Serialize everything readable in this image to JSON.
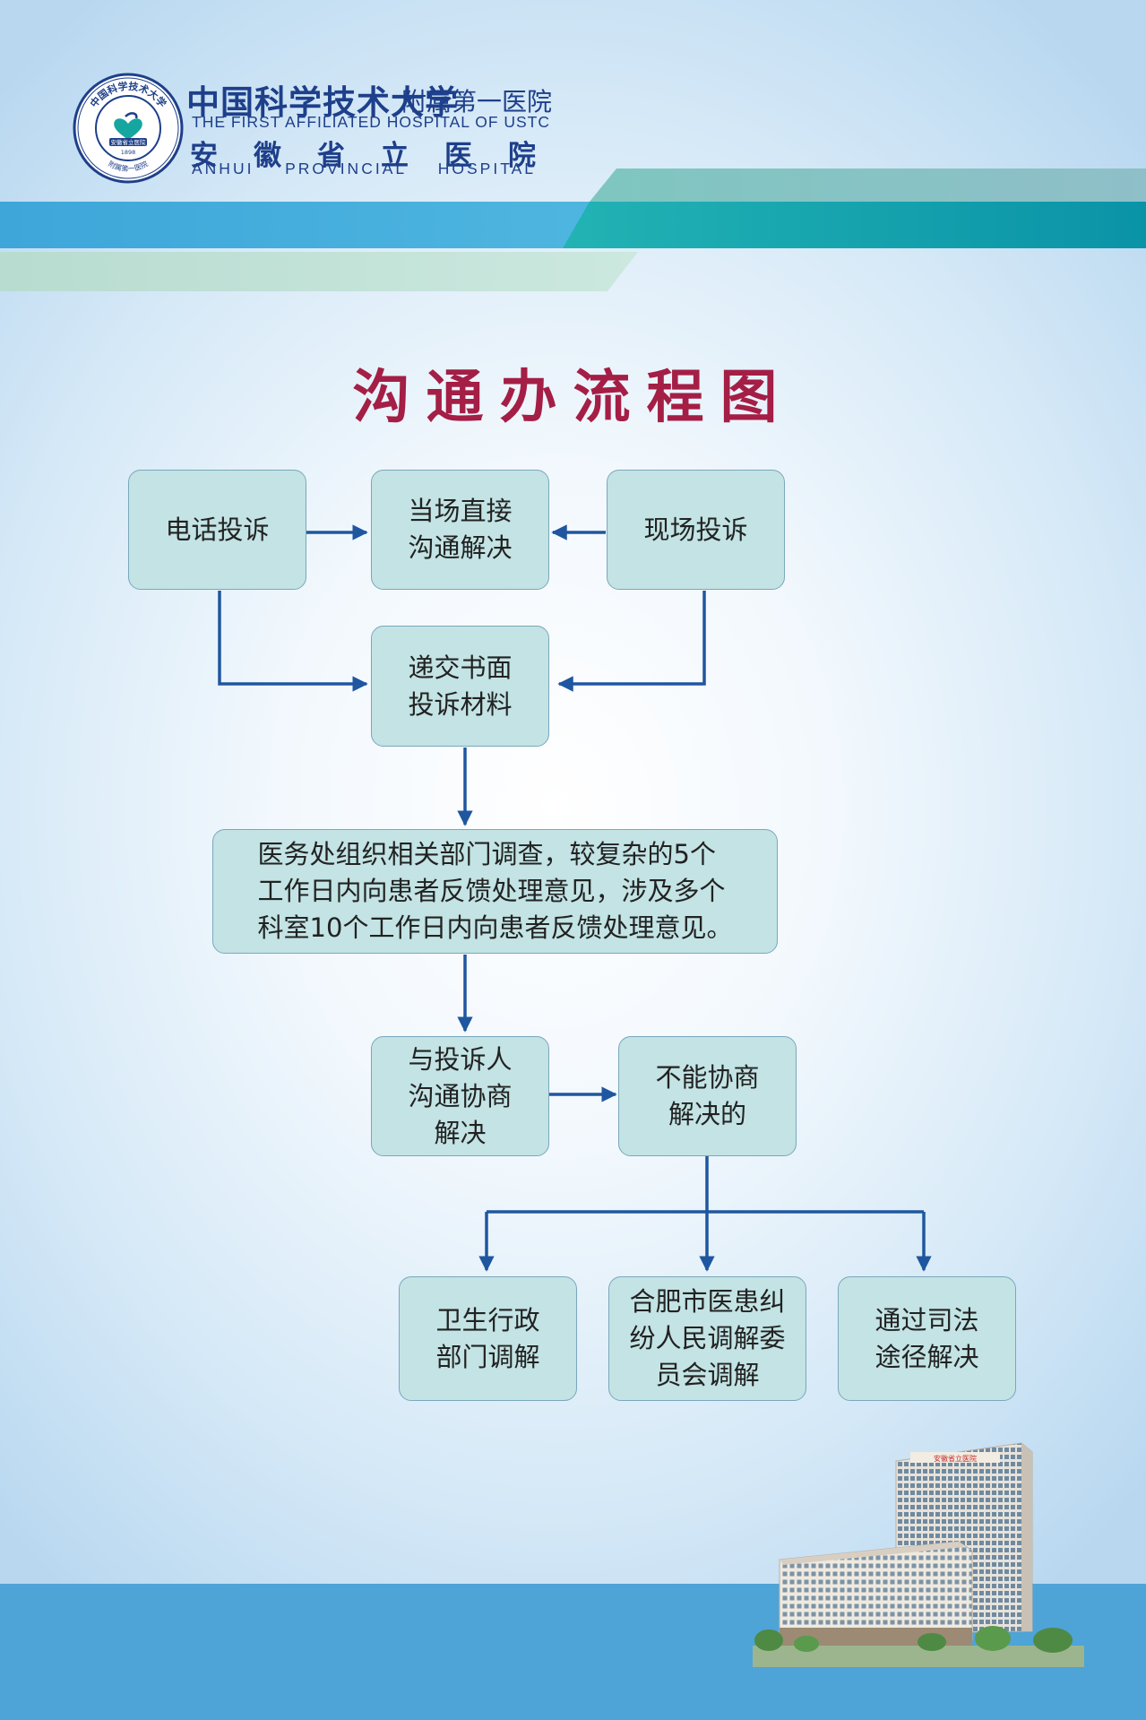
{
  "header": {
    "university_cn": "中国科学技术大学",
    "affiliation_cn": "附属第一医院",
    "university_en": "THE FIRST AFFILIATED HOSPITAL OF USTC",
    "hospital_cn_chars": [
      "安",
      "徽",
      "省",
      "立",
      "医",
      "院"
    ],
    "hospital_en_words": [
      "ANHUI",
      "PROVINCIAL",
      "HOSPITAL"
    ],
    "logo": {
      "ring_text": "中国科学技术大学",
      "inner_text": "安徽省立医院",
      "year": "1898",
      "bottom_text": "附属第一医院"
    }
  },
  "title": "沟通办流程图",
  "nodes": {
    "phone": "电话投诉",
    "direct": "当场直接\n沟通解决",
    "onsite": "现场投诉",
    "written": "递交书面\n投诉材料",
    "investigate": "医务处组织相关部门调查，较复杂的5个\n工作日内向患者反馈处理意见，涉及多个\n科室10个工作日内向患者反馈处理意见。",
    "negotiate": "与投诉人\n沟通协商\n解决",
    "cannot": "不能协商\n解决的",
    "health": "卫生行政\n部门调解",
    "committee": "合肥市医患纠\n纷人民调解委\n员会调解",
    "judicial": "通过司法\n途径解决"
  },
  "building": {
    "sign": "安徽省立医院"
  },
  "colors": {
    "title": "#a41e45",
    "brand_blue": "#1e3f8a",
    "box_fill": "#c3e3e4",
    "box_border": "#7aa7bd",
    "arrow": "#1f56a0",
    "bottom_band": "#4ea3d7"
  }
}
